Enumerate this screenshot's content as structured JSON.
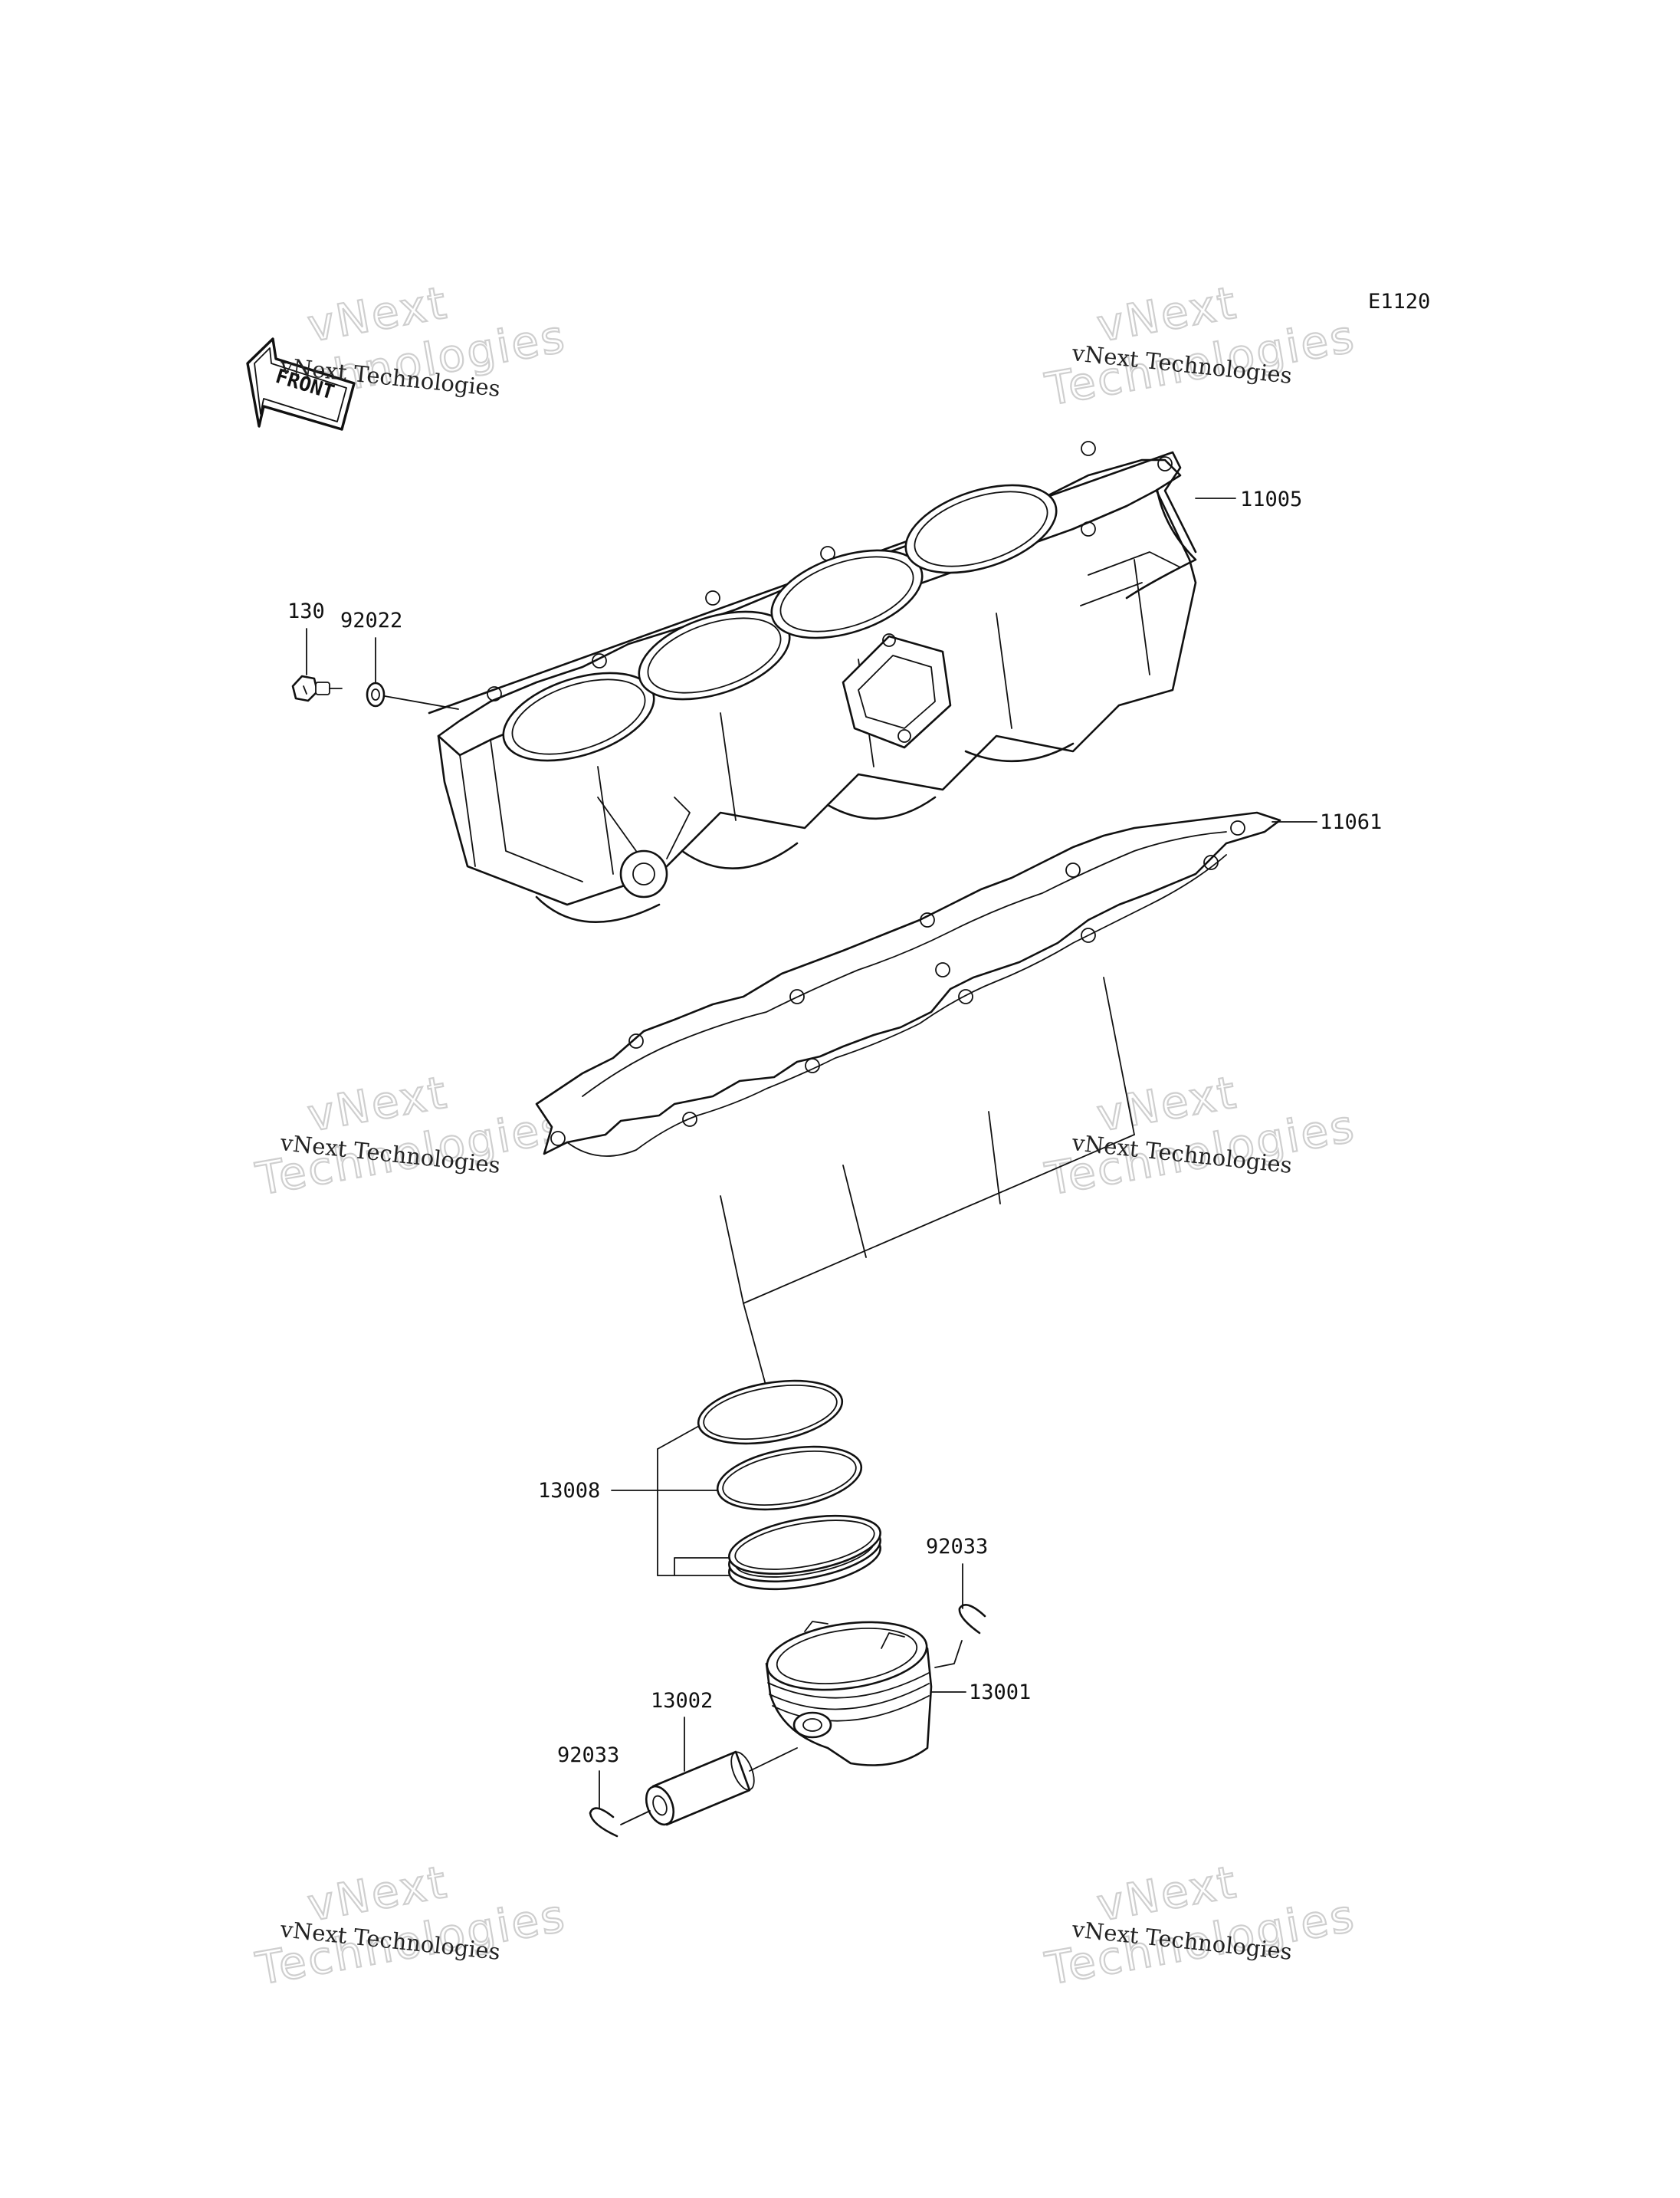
{
  "diagram_code": "E1120",
  "front_label": "FRONT",
  "callouts": {
    "cylinder": "11005",
    "gasket": "11061",
    "bolt": "130",
    "washer": "92022",
    "rings": "13008",
    "piston": "13001",
    "pin": "13002",
    "clip_right": "92033",
    "clip_left": "92033"
  },
  "watermark": {
    "line1": "vNext Technologies",
    "big_a": "vNext",
    "big_b": "Technologies"
  }
}
